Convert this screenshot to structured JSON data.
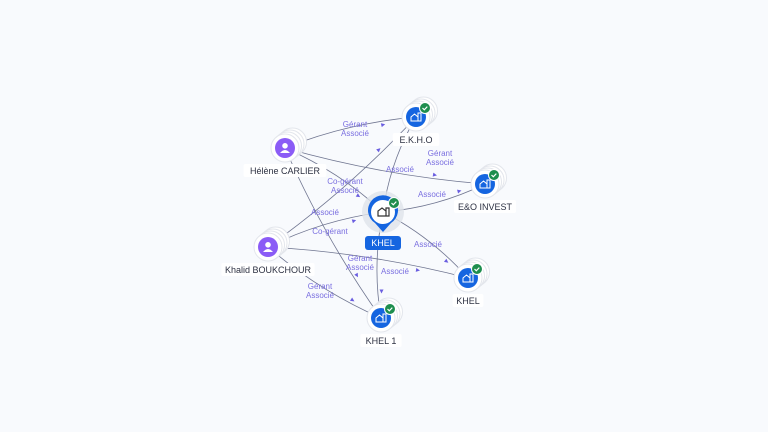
{
  "nodes": [
    {
      "id": "helene",
      "label": "Hélène CARLIER",
      "type": "person",
      "verified": false
    },
    {
      "id": "khalid",
      "label": "Khalid BOUKCHOUR",
      "type": "person",
      "verified": false
    },
    {
      "id": "khel_main",
      "label": "KHEL",
      "type": "company-main",
      "verified": true
    },
    {
      "id": "ekho",
      "label": "E.K.H.O",
      "type": "company",
      "verified": true
    },
    {
      "id": "eo",
      "label": "E&O INVEST",
      "type": "company",
      "verified": true
    },
    {
      "id": "khel_r",
      "label": "KHEL",
      "type": "company",
      "verified": true
    },
    {
      "id": "khel1",
      "label": "KHEL 1",
      "type": "company",
      "verified": true
    }
  ],
  "edges": [
    {
      "from": "helene",
      "to": "ekho",
      "labels": [
        "Gérant",
        "Associé"
      ]
    },
    {
      "from": "helene",
      "to": "eo",
      "labels": [
        "Gérant",
        "Associé"
      ]
    },
    {
      "from": "helene",
      "to": "khel_main",
      "labels": [
        "Co-gérant",
        "Associé"
      ]
    },
    {
      "from": "helene",
      "to": "khel1",
      "labels": [
        "Associé"
      ]
    },
    {
      "from": "khalid",
      "to": "khel_main",
      "labels": [
        "Co-gérant"
      ]
    },
    {
      "from": "khalid",
      "to": "ekho",
      "labels": []
    },
    {
      "from": "khalid",
      "to": "khel_r",
      "labels": [
        "Gérant",
        "Associé"
      ]
    },
    {
      "from": "khalid",
      "to": "khel1",
      "labels": [
        "Gérant",
        "Associé"
      ]
    },
    {
      "from": "khel_main",
      "to": "ekho",
      "labels": [
        "Associé"
      ]
    },
    {
      "from": "khel_main",
      "to": "eo",
      "labels": [
        "Associé"
      ]
    },
    {
      "from": "khel_main",
      "to": "khel_r",
      "labels": [
        "Associé"
      ]
    },
    {
      "from": "khel_main",
      "to": "khel1",
      "labels": [
        "Associé"
      ]
    }
  ],
  "colors": {
    "person": "#8b5cf6",
    "company": "#1565e0",
    "verified": "#1e8e4e",
    "edge_label": "#7a6fe0"
  }
}
